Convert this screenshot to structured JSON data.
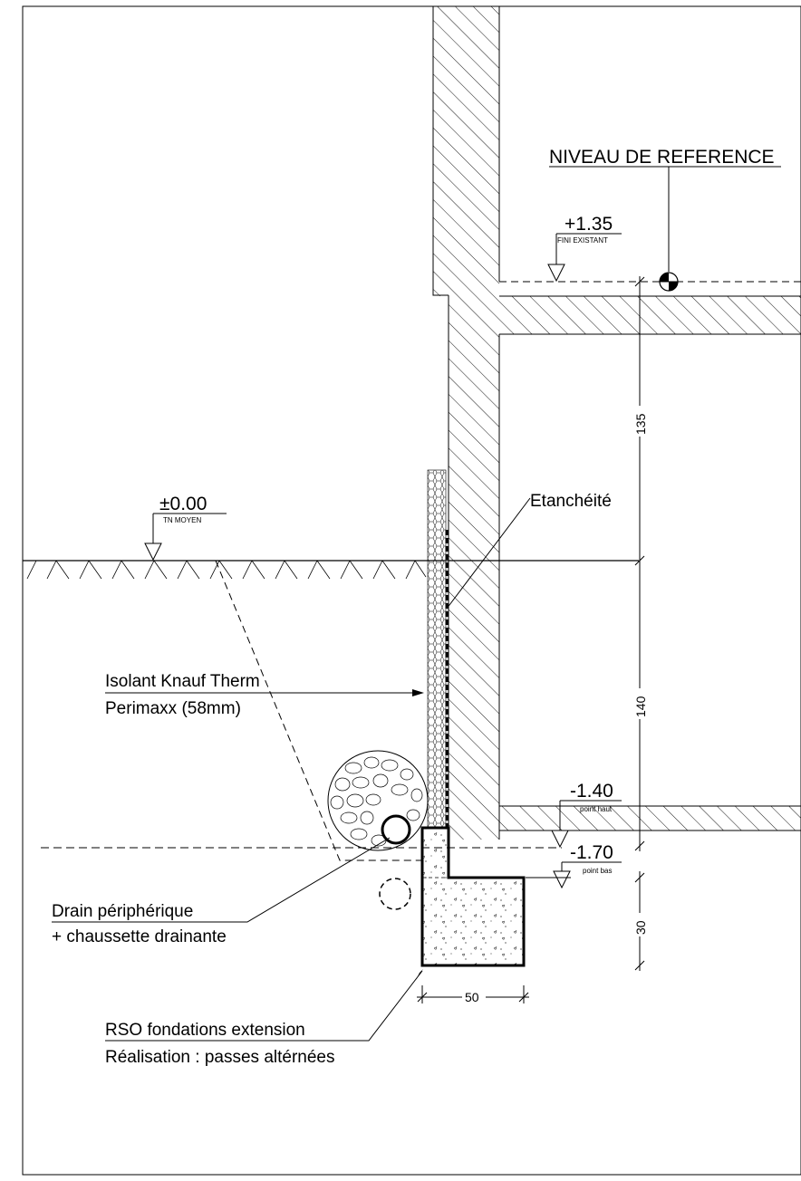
{
  "labels": {
    "niveau_reference": "NIVEAU DE REFERENCE",
    "level_top": "+1.35",
    "level_top_sub": "FINI EXISTANT",
    "level_zero": "±0.00",
    "level_zero_sub": "TN MOYEN",
    "level_mid": "-1.40",
    "level_mid_sub": "point haut",
    "level_low": "-1.70",
    "level_low_sub": "point bas",
    "etancheite": "Etanchéité",
    "isolant_line1": "Isolant Knauf Therm",
    "isolant_line2": "Perimaxx (58mm)",
    "drain_line1": "Drain périphérique",
    "drain_line2": "+ chaussette drainante",
    "rso_line1": "RSO fondations extension",
    "rso_line2": "Réalisation : passes altérnées"
  },
  "dimensions": {
    "upper_height": "135",
    "lower_height": "140",
    "footing_height": "30",
    "footing_width": "50"
  },
  "colors": {
    "line": "#000000",
    "background": "#ffffff"
  }
}
